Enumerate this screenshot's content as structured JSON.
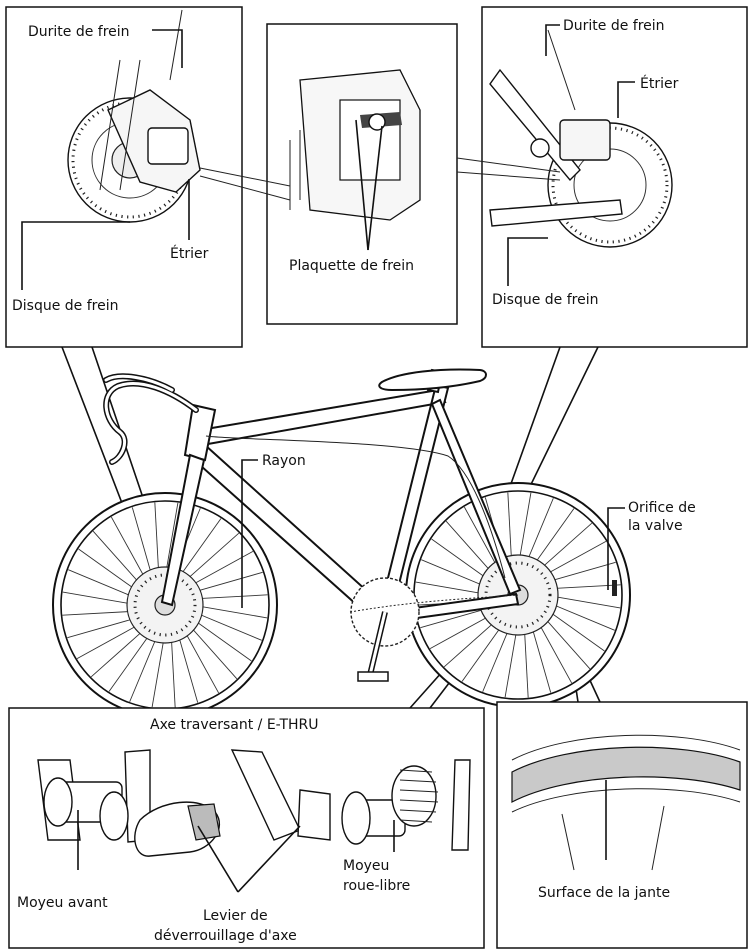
{
  "labels": {
    "durite_left": "Durite de frein",
    "etrier_left": "Étrier",
    "disque_left": "Disque de frein",
    "plaquette": "Plaquette de frein",
    "durite_right": "Durite de frein",
    "etrier_right": "Étrier",
    "disque_right": "Disque de frein",
    "rayon": "Rayon",
    "orifice_line1": "Orifice de",
    "orifice_line2": "la valve",
    "axe": "Axe traversant / E-THRU",
    "moyeu_avant": "Moyeu avant",
    "levier_line1": "Levier de",
    "levier_line2": "déverrouillage d'axe",
    "moyeu_rl_line1": "Moyeu",
    "moyeu_rl_line2": "roue-libre",
    "surface": "Surface de la jante"
  }
}
